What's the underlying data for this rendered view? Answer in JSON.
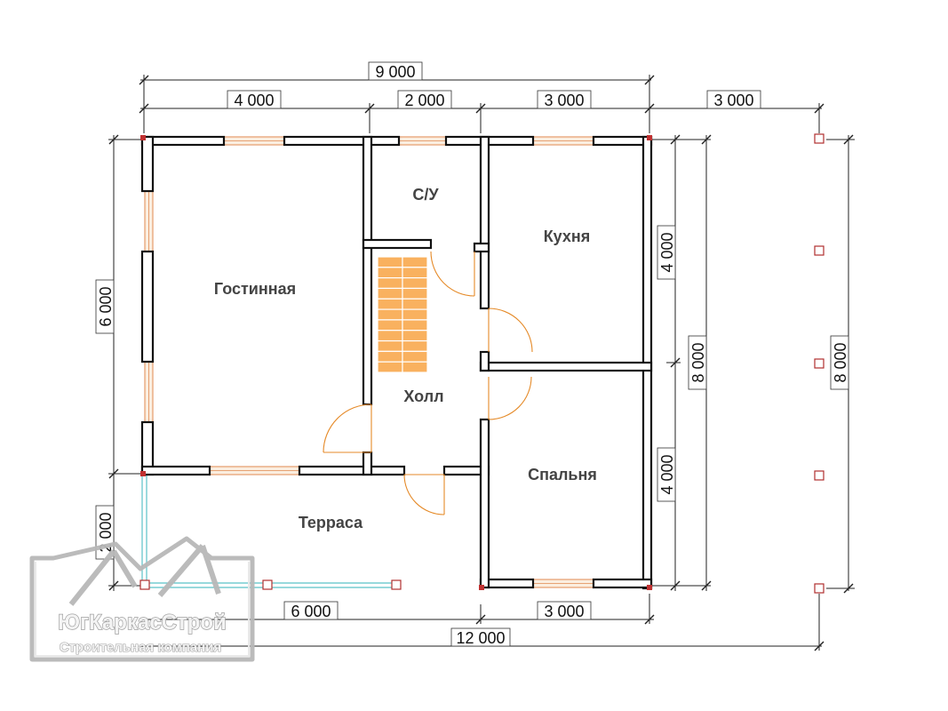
{
  "rooms": {
    "living": "Гостинная",
    "bathroom": "С/У",
    "kitchen": "Кухня",
    "hall": "Холл",
    "bedroom": "Спальня",
    "terrace": "Терраса"
  },
  "dimensions": {
    "total_width": "9 000",
    "living_width": "4 000",
    "bath_width": "2 000",
    "kitchen_width": "3 000",
    "extra_width": "3 000",
    "left_height": "6 000",
    "terrace_height": "2 000",
    "kitchen_height": "4 000",
    "bedroom_height": "4 000",
    "right_total": "8 000",
    "far_total": "8 000",
    "terrace_width": "6 000",
    "bedroom_bottom_width": "3 000",
    "overall_bottom": "12 000"
  },
  "logo": {
    "name": "ЮгКаркасСтрой",
    "tagline": "Строительная компания"
  },
  "colors": {
    "walls": "#111111",
    "windows": "#e08a50",
    "doors": "#e58a28",
    "stairs": "#f9b15f",
    "terrace_rail": "#59c2c8",
    "posts": "#b03030"
  }
}
